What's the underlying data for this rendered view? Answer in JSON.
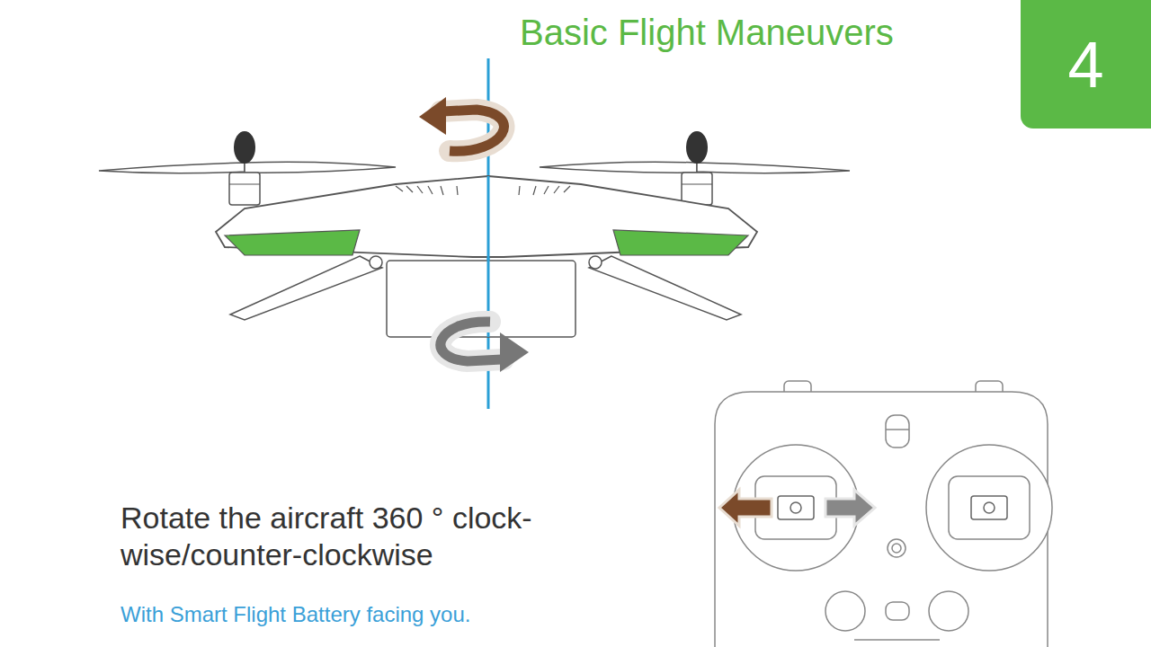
{
  "diagram": {
    "title": "Basic Flight Maneuvers",
    "nodes": [
      {
        "text": [
          "4"
        ]
      }
    ],
    "labels": [
      "Rotate the aircraft 360 ° clock-wise/counter-clockwise",
      "With Smart Flight Battery facing you."
    ]
  }
}
